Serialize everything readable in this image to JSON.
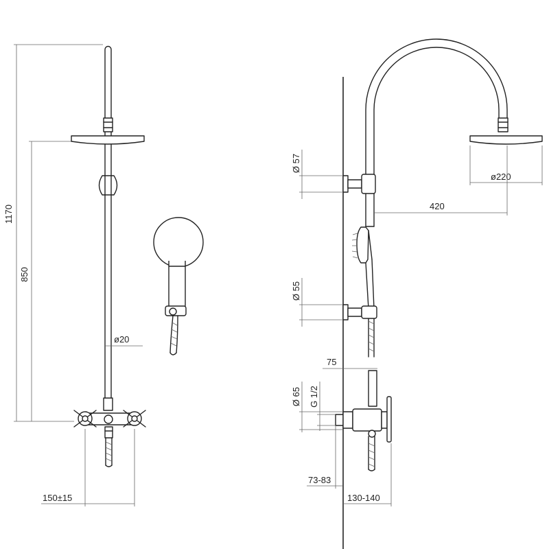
{
  "front_view": {
    "total_height": "1170",
    "mixer_to_head": "850",
    "pipe_diameter": "ø20",
    "inlet_spacing": "150±15"
  },
  "side_view": {
    "head_diameter": "ø220",
    "arm_projection": "420",
    "upper_flange": "Ø 57",
    "middle_flange": "Ø 55",
    "lower_flange": "Ø 65",
    "thread": "G 1/2",
    "mixer_offset": "75",
    "inlet_depth": "73-83",
    "handle_projection": "130-140"
  }
}
